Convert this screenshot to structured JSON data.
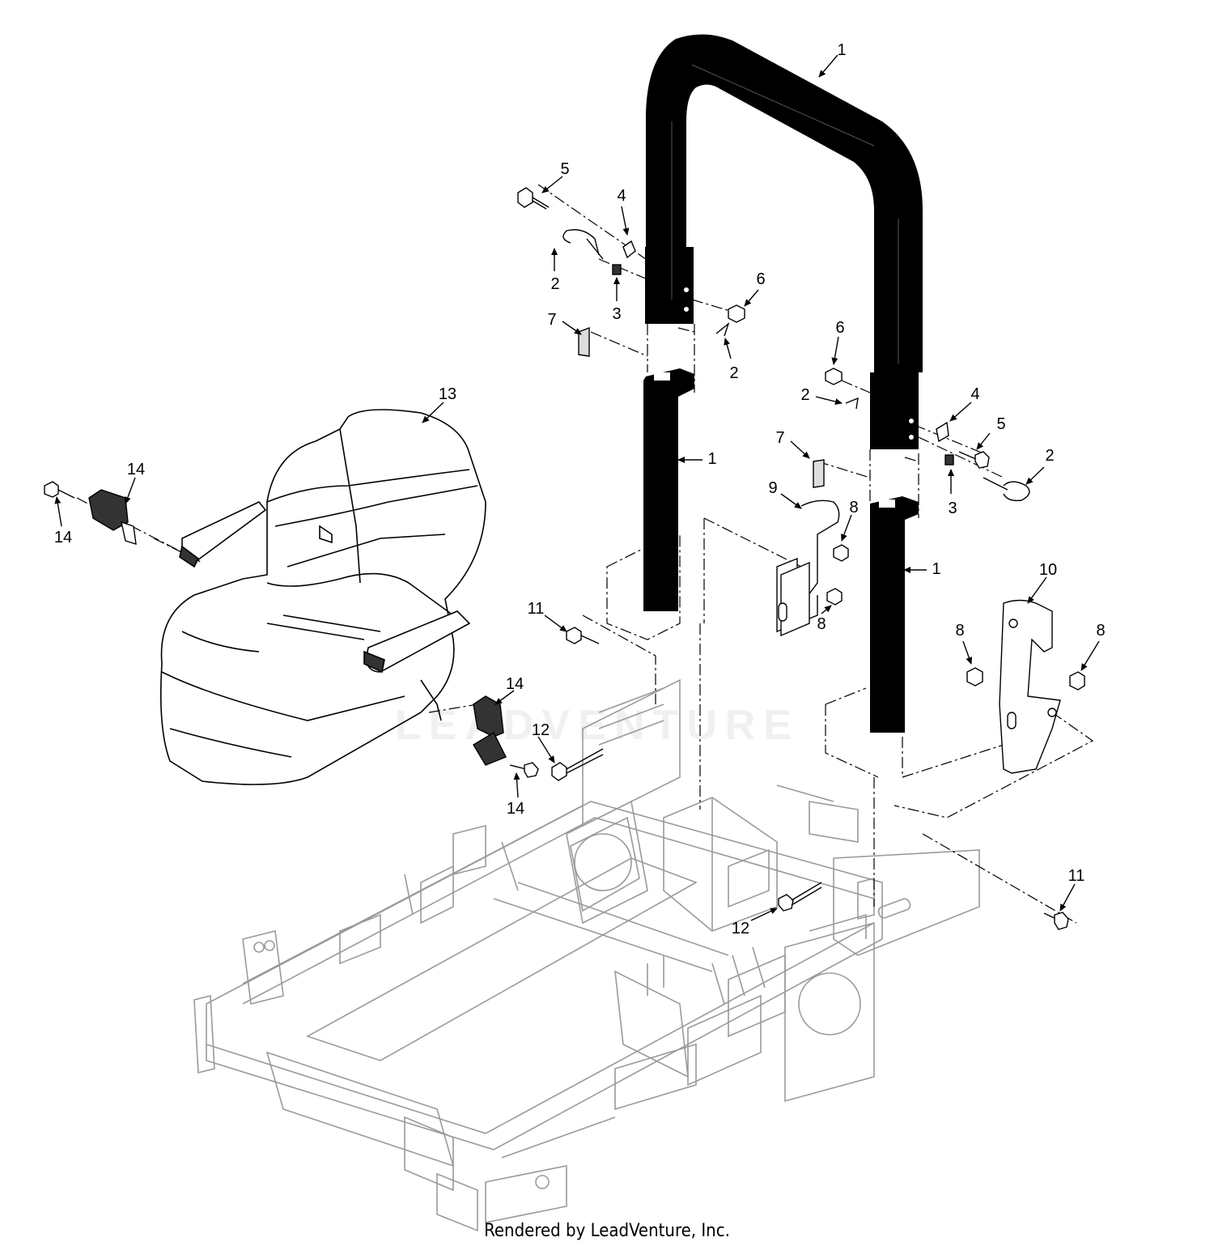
{
  "footer": {
    "text": "Rendered by LeadVenture, Inc."
  },
  "watermark": {
    "text": "LEADVENTURE"
  },
  "callouts": [
    {
      "id": "1",
      "label": "1"
    },
    {
      "id": "1",
      "label": "1"
    },
    {
      "id": "1",
      "label": "1"
    },
    {
      "id": "2",
      "label": "2"
    },
    {
      "id": "2",
      "label": "2"
    },
    {
      "id": "2",
      "label": "2"
    },
    {
      "id": "2",
      "label": "2"
    },
    {
      "id": "3",
      "label": "3"
    },
    {
      "id": "3",
      "label": "3"
    },
    {
      "id": "4",
      "label": "4"
    },
    {
      "id": "4",
      "label": "4"
    },
    {
      "id": "5",
      "label": "5"
    },
    {
      "id": "5",
      "label": "5"
    },
    {
      "id": "6",
      "label": "6"
    },
    {
      "id": "6",
      "label": "6"
    },
    {
      "id": "7",
      "label": "7"
    },
    {
      "id": "7",
      "label": "7"
    },
    {
      "id": "8",
      "label": "8"
    },
    {
      "id": "8",
      "label": "8"
    },
    {
      "id": "8",
      "label": "8"
    },
    {
      "id": "8",
      "label": "8"
    },
    {
      "id": "9",
      "label": "9"
    },
    {
      "id": "10",
      "label": "10"
    },
    {
      "id": "11",
      "label": "11"
    },
    {
      "id": "11",
      "label": "11"
    },
    {
      "id": "12",
      "label": "12"
    },
    {
      "id": "12",
      "label": "12"
    },
    {
      "id": "13",
      "label": "13"
    },
    {
      "id": "14",
      "label": "14"
    },
    {
      "id": "14",
      "label": "14"
    },
    {
      "id": "14",
      "label": "14"
    },
    {
      "id": "14",
      "label": "14"
    }
  ]
}
